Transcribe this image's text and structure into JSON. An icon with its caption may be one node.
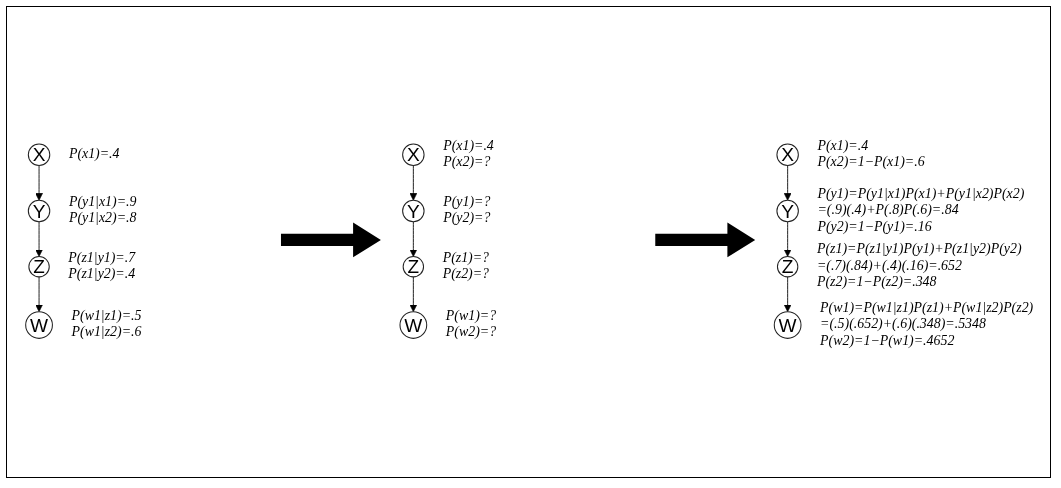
{
  "diagram": {
    "nodes": [
      {
        "text": [
          "X"
        ],
        "beside": [
          "P(x1)=.4"
        ]
      },
      {
        "text": [
          "Y"
        ],
        "beside": [
          "P(y1|x1)=.9",
          "P(y1|x2)=.8"
        ]
      },
      {
        "text": [
          "Z"
        ],
        "beside": [
          "P(z1|y1)=.7",
          "P(z1|y2)=.4"
        ]
      },
      {
        "text": [
          "W"
        ],
        "beside": [
          "P(w1|z1)=.5",
          "P(w1|z2)=.6"
        ]
      },
      {
        "text": [
          "X"
        ],
        "beside": [
          "P(x1)=.4",
          "P(x2)=?"
        ]
      },
      {
        "text": [
          "Y"
        ],
        "beside": [
          "P(y1)=?",
          "P(y2)=?"
        ]
      },
      {
        "text": [
          "Z"
        ],
        "beside": [
          "P(z1)=?",
          "P(z2)=?"
        ]
      },
      {
        "text": [
          "W"
        ],
        "beside": [
          "P(w1)=?",
          "P(w2)=?"
        ]
      },
      {
        "text": [
          "X"
        ],
        "beside": [
          "P(x1)=.4",
          "P(x2)=1−P(x1)=.6"
        ]
      },
      {
        "text": [
          "Y"
        ],
        "beside": [
          "P(y1)=P(y1|x1)P(x1)+P(y1|x2)P(x2)",
          "=(.9)(.4)+P(.8)P(.6)=.84",
          "P(y2)=1−P(y1)=.16"
        ]
      },
      {
        "text": [
          "Z"
        ],
        "beside": [
          "P(z1)=P(z1|y1)P(y1)+P(z1|y2)P(y2)",
          "=(.7)(.84)+(.4)(.16)=.652",
          "P(z2)=1−P(z2)=.348"
        ]
      },
      {
        "text": [
          "W"
        ],
        "beside": [
          "P(w1)=P(w1|z1)P(z1)+P(w1|z2)P(z2)",
          "=(.5)(.652)+(.6)(.348)=.5348",
          "P(w2)=1−P(w1)=.4652"
        ]
      }
    ],
    "edges": [
      {
        "from": 0,
        "to": 1,
        "arrow": "to"
      },
      {
        "from": 1,
        "to": 2,
        "arrow": "to"
      },
      {
        "from": 2,
        "to": 3,
        "arrow": "to"
      },
      {
        "from": 4,
        "to": 5,
        "arrow": "to"
      },
      {
        "from": 5,
        "to": 6,
        "arrow": "to"
      },
      {
        "from": 6,
        "to": 7,
        "arrow": "to"
      },
      {
        "from": 8,
        "to": 9,
        "arrow": "to"
      },
      {
        "from": 9,
        "to": 10,
        "arrow": "to"
      },
      {
        "from": 10,
        "to": 11,
        "arrow": "to"
      }
    ]
  }
}
